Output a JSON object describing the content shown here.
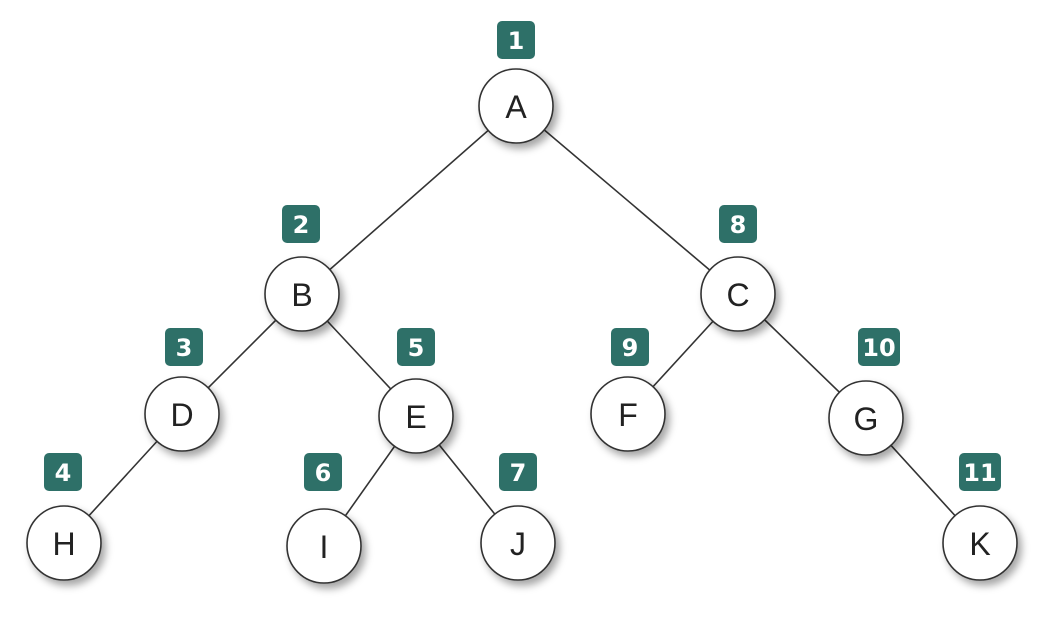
{
  "colors": {
    "badge": "#2e7068",
    "badge_text": "#ffffff",
    "node_fill": "#ffffff",
    "line": "#333333"
  },
  "nodes": [
    {
      "id": "A",
      "label": "A",
      "order": "1"
    },
    {
      "id": "B",
      "label": "B",
      "order": "2"
    },
    {
      "id": "D",
      "label": "D",
      "order": "3"
    },
    {
      "id": "H",
      "label": "H",
      "order": "4"
    },
    {
      "id": "E",
      "label": "E",
      "order": "5"
    },
    {
      "id": "I",
      "label": "I",
      "order": "6"
    },
    {
      "id": "J",
      "label": "J",
      "order": "7"
    },
    {
      "id": "C",
      "label": "C",
      "order": "8"
    },
    {
      "id": "F",
      "label": "F",
      "order": "9"
    },
    {
      "id": "G",
      "label": "G",
      "order": "10"
    },
    {
      "id": "K",
      "label": "K",
      "order": "11"
    }
  ],
  "edges": [
    [
      "A",
      "B"
    ],
    [
      "A",
      "C"
    ],
    [
      "B",
      "D"
    ],
    [
      "B",
      "E"
    ],
    [
      "D",
      "H"
    ],
    [
      "E",
      "I"
    ],
    [
      "E",
      "J"
    ],
    [
      "C",
      "F"
    ],
    [
      "C",
      "G"
    ],
    [
      "G",
      "K"
    ]
  ]
}
